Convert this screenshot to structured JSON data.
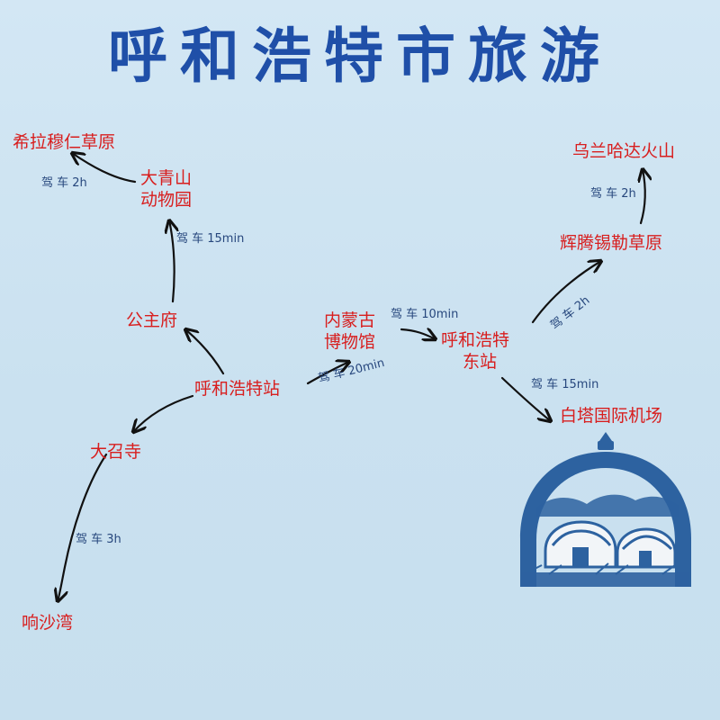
{
  "title": "呼和浩特市旅游",
  "places": {
    "xilamuren": "希拉穆仁草原",
    "daqingshan_1": "大青山",
    "daqingshan_2": "动物园",
    "gongzhufu": "公主府",
    "hohhot_station": "呼和浩特站",
    "dazhaosi": "大召寺",
    "xiangshawan": "响沙湾",
    "museum_1": "内蒙古",
    "museum_2": "博物馆",
    "east_station_1": "呼和浩特",
    "east_station_2": "东站",
    "huitengxile": "辉腾锡勒草原",
    "wulanhada": "乌兰哈达火山",
    "baita_airport": "白塔国际机场"
  },
  "drives": {
    "to_xilamuren": "驾 车 2h",
    "to_daqingshan": "驾 车 15min",
    "to_museum": "驾 车 20min",
    "to_east_station": "驾 车 10min",
    "to_huitengxile": "驾 车 2h",
    "to_wulanhada": "驾 车 2h",
    "to_airport": "驾 车 15min",
    "to_xiangshawan": "驾 车 3h"
  },
  "colors": {
    "background": "#cde3f1",
    "title": "#1f4fa8",
    "place": "#d81e1e",
    "drive": "#27477d",
    "arrow": "#111111",
    "yurt_emblem": "#2d62a0"
  },
  "icons": {
    "route_arrow": "arrow-icon",
    "yurt_emblem": "yurt-icon"
  }
}
